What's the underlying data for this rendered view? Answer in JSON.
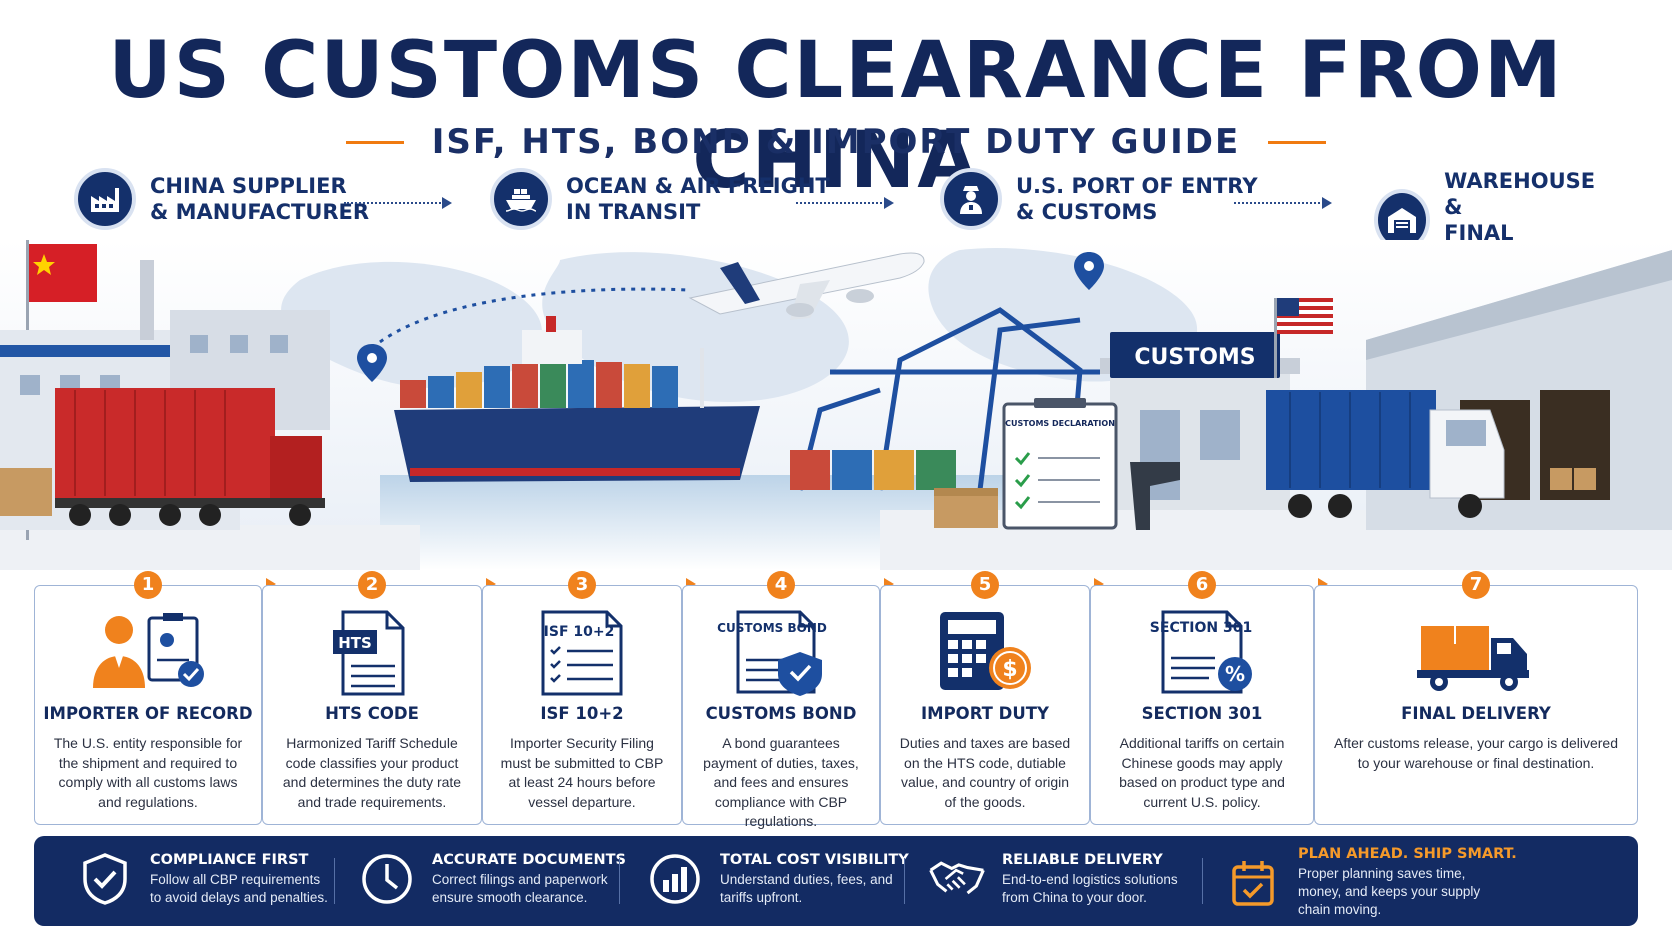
{
  "header": {
    "title": "US CUSTOMS CLEARANCE FROM CHINA",
    "subtitle": "ISF, HTS, BOND & IMPORT DUTY GUIDE"
  },
  "flow": [
    {
      "label": "CHINA SUPPLIER\n& MANUFACTURER",
      "icon": "factory-icon"
    },
    {
      "label": "OCEAN & AIR FREIGHT\nIN TRANSIT",
      "icon": "ship-icon"
    },
    {
      "label": "U.S. PORT OF ENTRY\n& CUSTOMS",
      "icon": "officer-icon"
    },
    {
      "label": "WAREHOUSE &\nFINAL DELIVERY",
      "icon": "warehouse-icon"
    }
  ],
  "scene": {
    "customs_sign": "CUSTOMS",
    "declaration_label": "CUSTOMS DECLARATION"
  },
  "steps": [
    {
      "number": "1",
      "title": "IMPORTER OF RECORD",
      "desc": "The U.S. entity responsible for the shipment and required to comply with all customs laws and regulations.",
      "icon": "importer-icon"
    },
    {
      "number": "2",
      "title": "HTS CODE",
      "desc": "Harmonized Tariff Schedule code classifies your product and determines the duty rate and trade requirements.",
      "icon": "hts-document-icon",
      "icon_text": "HTS"
    },
    {
      "number": "3",
      "title": "ISF 10+2",
      "desc": "Importer Security Filing must be submitted to CBP at least 24 hours before vessel departure.",
      "icon": "isf-checklist-icon",
      "icon_text": "ISF 10+2"
    },
    {
      "number": "4",
      "title": "CUSTOMS BOND",
      "desc": "A bond guarantees payment of duties, taxes, and fees and ensures compliance with CBP regulations.",
      "icon": "bond-shield-icon",
      "icon_text": "CUSTOMS BOND"
    },
    {
      "number": "5",
      "title": "IMPORT DUTY",
      "desc": "Duties and taxes are based on the HTS code, dutiable value, and country of origin of the goods.",
      "icon": "calculator-icon"
    },
    {
      "number": "6",
      "title": "SECTION 301",
      "desc": "Additional tariffs on certain Chinese goods may apply based on product type and current U.S. policy.",
      "icon": "section-301-icon",
      "icon_text": "SECTION 301"
    },
    {
      "number": "7",
      "title": "FINAL DELIVERY",
      "desc": "After customs release, your cargo is delivered to your warehouse or final destination.",
      "icon": "delivery-truck-icon"
    }
  ],
  "benefits": [
    {
      "title": "COMPLIANCE FIRST",
      "desc": "Follow all CBP requirements\nto avoid delays and penalties.",
      "icon": "shield-check-icon"
    },
    {
      "title": "ACCURATE DOCUMENTS",
      "desc": "Correct filings and paperwork\nensure smooth clearance.",
      "icon": "clock-icon"
    },
    {
      "title": "TOTAL COST VISIBILITY",
      "desc": "Understand duties, fees, and\ntariffs upfront.",
      "icon": "bar-chart-icon"
    },
    {
      "title": "RELIABLE DELIVERY",
      "desc": "End-to-end logistics solutions\nfrom China to your door.",
      "icon": "handshake-icon"
    },
    {
      "title": "PLAN AHEAD. SHIP SMART.",
      "desc": "Proper planning saves time,\nmoney, and keeps your supply\nchain moving.",
      "icon": "calendar-check-icon"
    }
  ],
  "colors": {
    "navy": "#13275a",
    "orange": "#f0821d",
    "blue": "#1e4fa0",
    "red": "#c62828"
  }
}
